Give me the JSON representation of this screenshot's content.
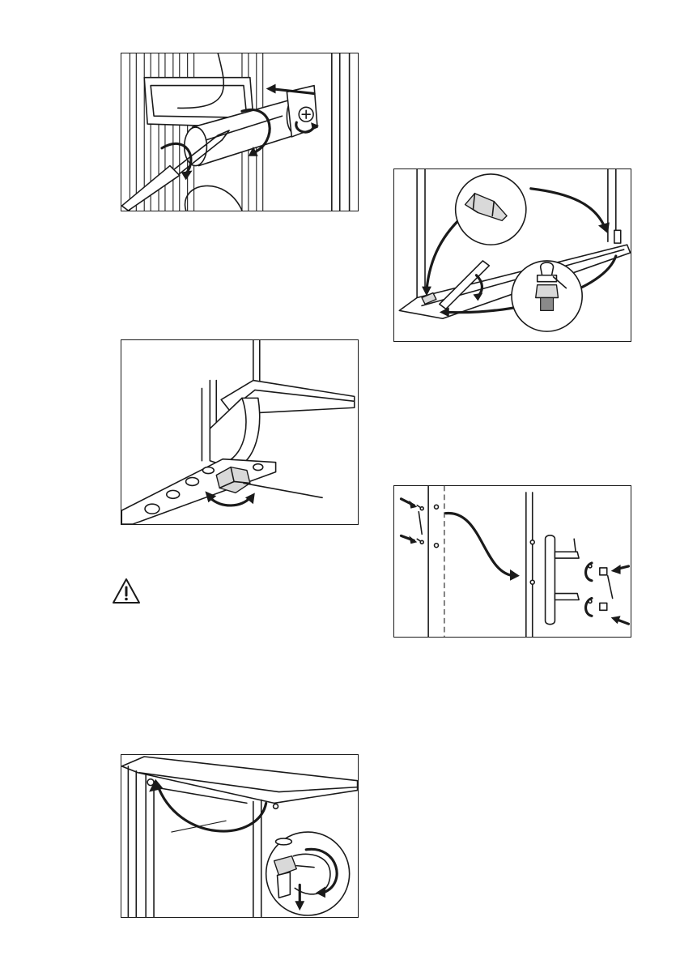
{
  "figures": [
    {
      "id": "remove-hinge-pin-cover",
      "icons": [
        "screwdriver-icon",
        "rotate-arrow-icon",
        "slide-arrow-icon",
        "screw-icon"
      ]
    },
    {
      "id": "adjust-bottom-hinge-foot",
      "icons": [
        "hinge-bracket-icon",
        "adjustable-foot-icon",
        "rotate-arrow-icon"
      ]
    },
    {
      "id": "remove-top-hinge-pin",
      "icons": [
        "door-icon",
        "hinge-pin-icon",
        "washer-icon",
        "wrench-icon",
        "rotate-arrow-icon"
      ]
    },
    {
      "id": "transfer-bottom-hinge-parts",
      "icons": [
        "cap-icon",
        "hinge-pin-icon",
        "screwdriver-icon",
        "transfer-arrow-icon"
      ]
    },
    {
      "id": "move-door-handle",
      "icons": [
        "screw-icon",
        "handle-icon",
        "cover-plug-icon",
        "push-arrow-icon"
      ]
    }
  ],
  "warning": {
    "icon": "warning-triangle-icon",
    "color": "#1a1a1a"
  }
}
